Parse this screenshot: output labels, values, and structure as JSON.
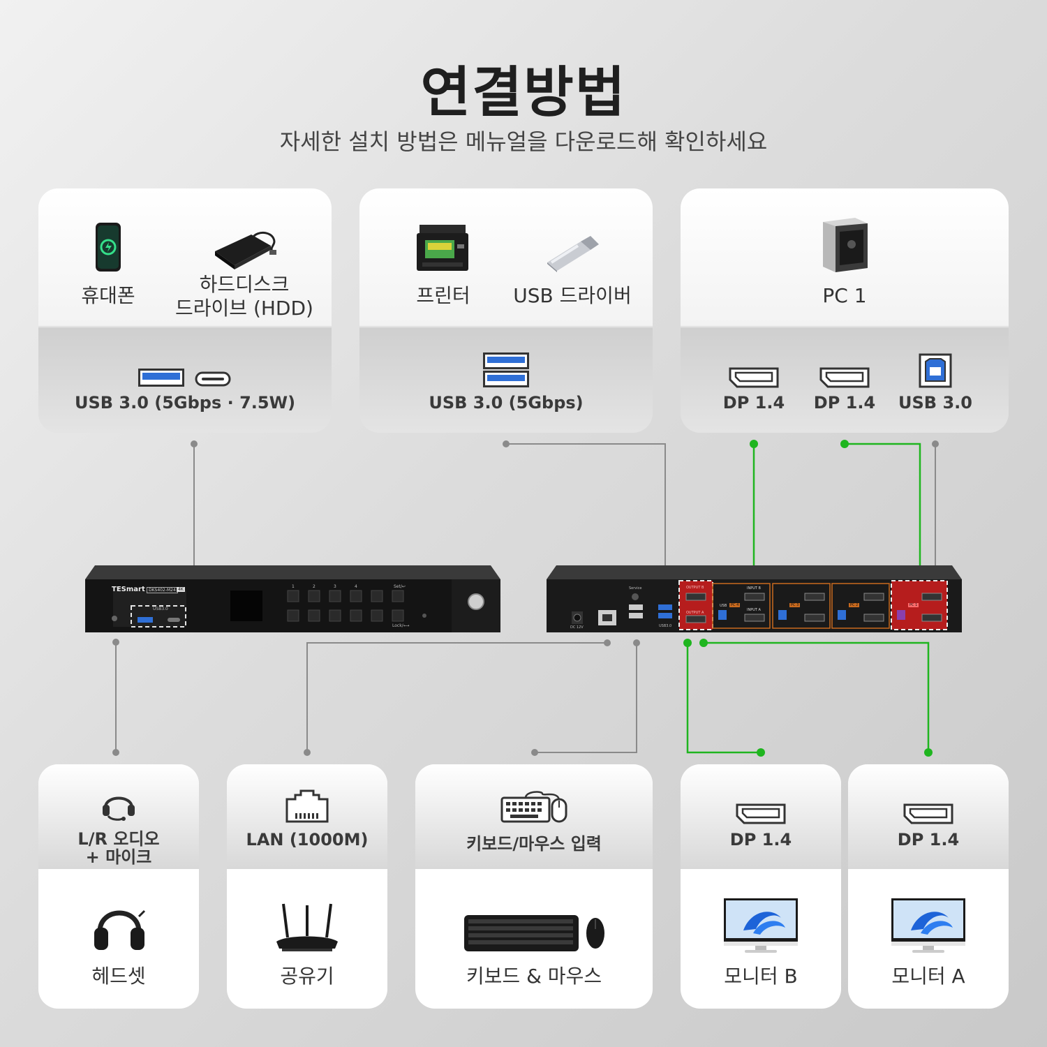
{
  "header": {
    "title": "연결방법",
    "subtitle": "자세한 설치 방법은 메뉴얼을 다운로드해 확인하세요"
  },
  "top_cards": [
    {
      "devices": [
        {
          "label": "휴대폰",
          "icon": "smartphone-icon"
        },
        {
          "label_line1": "하드디스크",
          "label_line2": "드라이브 (HDD)",
          "icon": "hdd-icon"
        }
      ],
      "port_label": "USB 3.0 (5Gbps · 7.5W)",
      "port_icons": [
        "usb-a-port-icon",
        "usb-c-port-icon"
      ]
    },
    {
      "devices": [
        {
          "label": "프린터",
          "icon": "printer-icon"
        },
        {
          "label": "USB 드라이버",
          "icon": "usb-drive-icon"
        }
      ],
      "port_label": "USB 3.0 (5Gbps)",
      "port_icons": [
        "usb-a-double-port-icon"
      ]
    },
    {
      "devices": [
        {
          "label": "PC 1",
          "icon": "pc-tower-icon"
        }
      ],
      "ports": [
        {
          "label": "DP 1.4",
          "icon": "displayport-icon"
        },
        {
          "label": "DP 1.4",
          "icon": "displayport-icon"
        },
        {
          "label": "USB 3.0",
          "icon": "usb-b-port-icon"
        }
      ]
    }
  ],
  "bottom_cards": [
    {
      "port_label_line1": "L/R 오디오",
      "port_label_line2": "+ 마이크",
      "port_icon": "headset-port-icon",
      "device": "헤드셋",
      "device_icon": "headphones-icon"
    },
    {
      "port_label": "LAN (1000M)",
      "port_icon": "ethernet-port-icon",
      "device": "공유기",
      "device_icon": "router-icon"
    },
    {
      "port_label": "키보드/마우스 입력",
      "port_icon": "keyboard-mouse-port-icon",
      "device": "키보드 & 마우스",
      "device_icon": "keyboard-mouse-icon"
    },
    {
      "port_label": "DP 1.4",
      "port_icon": "displayport-icon",
      "device": "모니터 B",
      "device_icon": "monitor-icon"
    },
    {
      "port_label": "DP 1.4",
      "port_icon": "displayport-icon",
      "device": "모니터 A",
      "device_icon": "monitor-icon"
    }
  ],
  "kvm_front": {
    "brand": "TESmart",
    "model": "DKS402-M24",
    "badge": "4K",
    "usb_label": "USB3.0",
    "button_labels": [
      "1",
      "2",
      "3",
      "4",
      "Set/↩"
    ],
    "bottom_labels": [
      "Lock/⟷"
    ]
  },
  "kvm_rear": {
    "service_label": "Service",
    "dc_label": "DC 12V",
    "usb_label": "USB3.0",
    "output_labels": [
      "OUTPUT B",
      "OUTPUT A"
    ],
    "pc_badges": [
      "PC 4",
      "PC 3",
      "PC 2",
      "PC 1"
    ],
    "input_labels": [
      "INPUT B",
      "INPUT A"
    ],
    "usb_port_label": "USB"
  },
  "colors": {
    "wire_gray": "#8a8a8a",
    "wire_green": "#1fb51f",
    "highlight_red": "#c81e1e",
    "pc_group_orange": "#c96a1e",
    "usb_blue": "#2f6fd6"
  }
}
